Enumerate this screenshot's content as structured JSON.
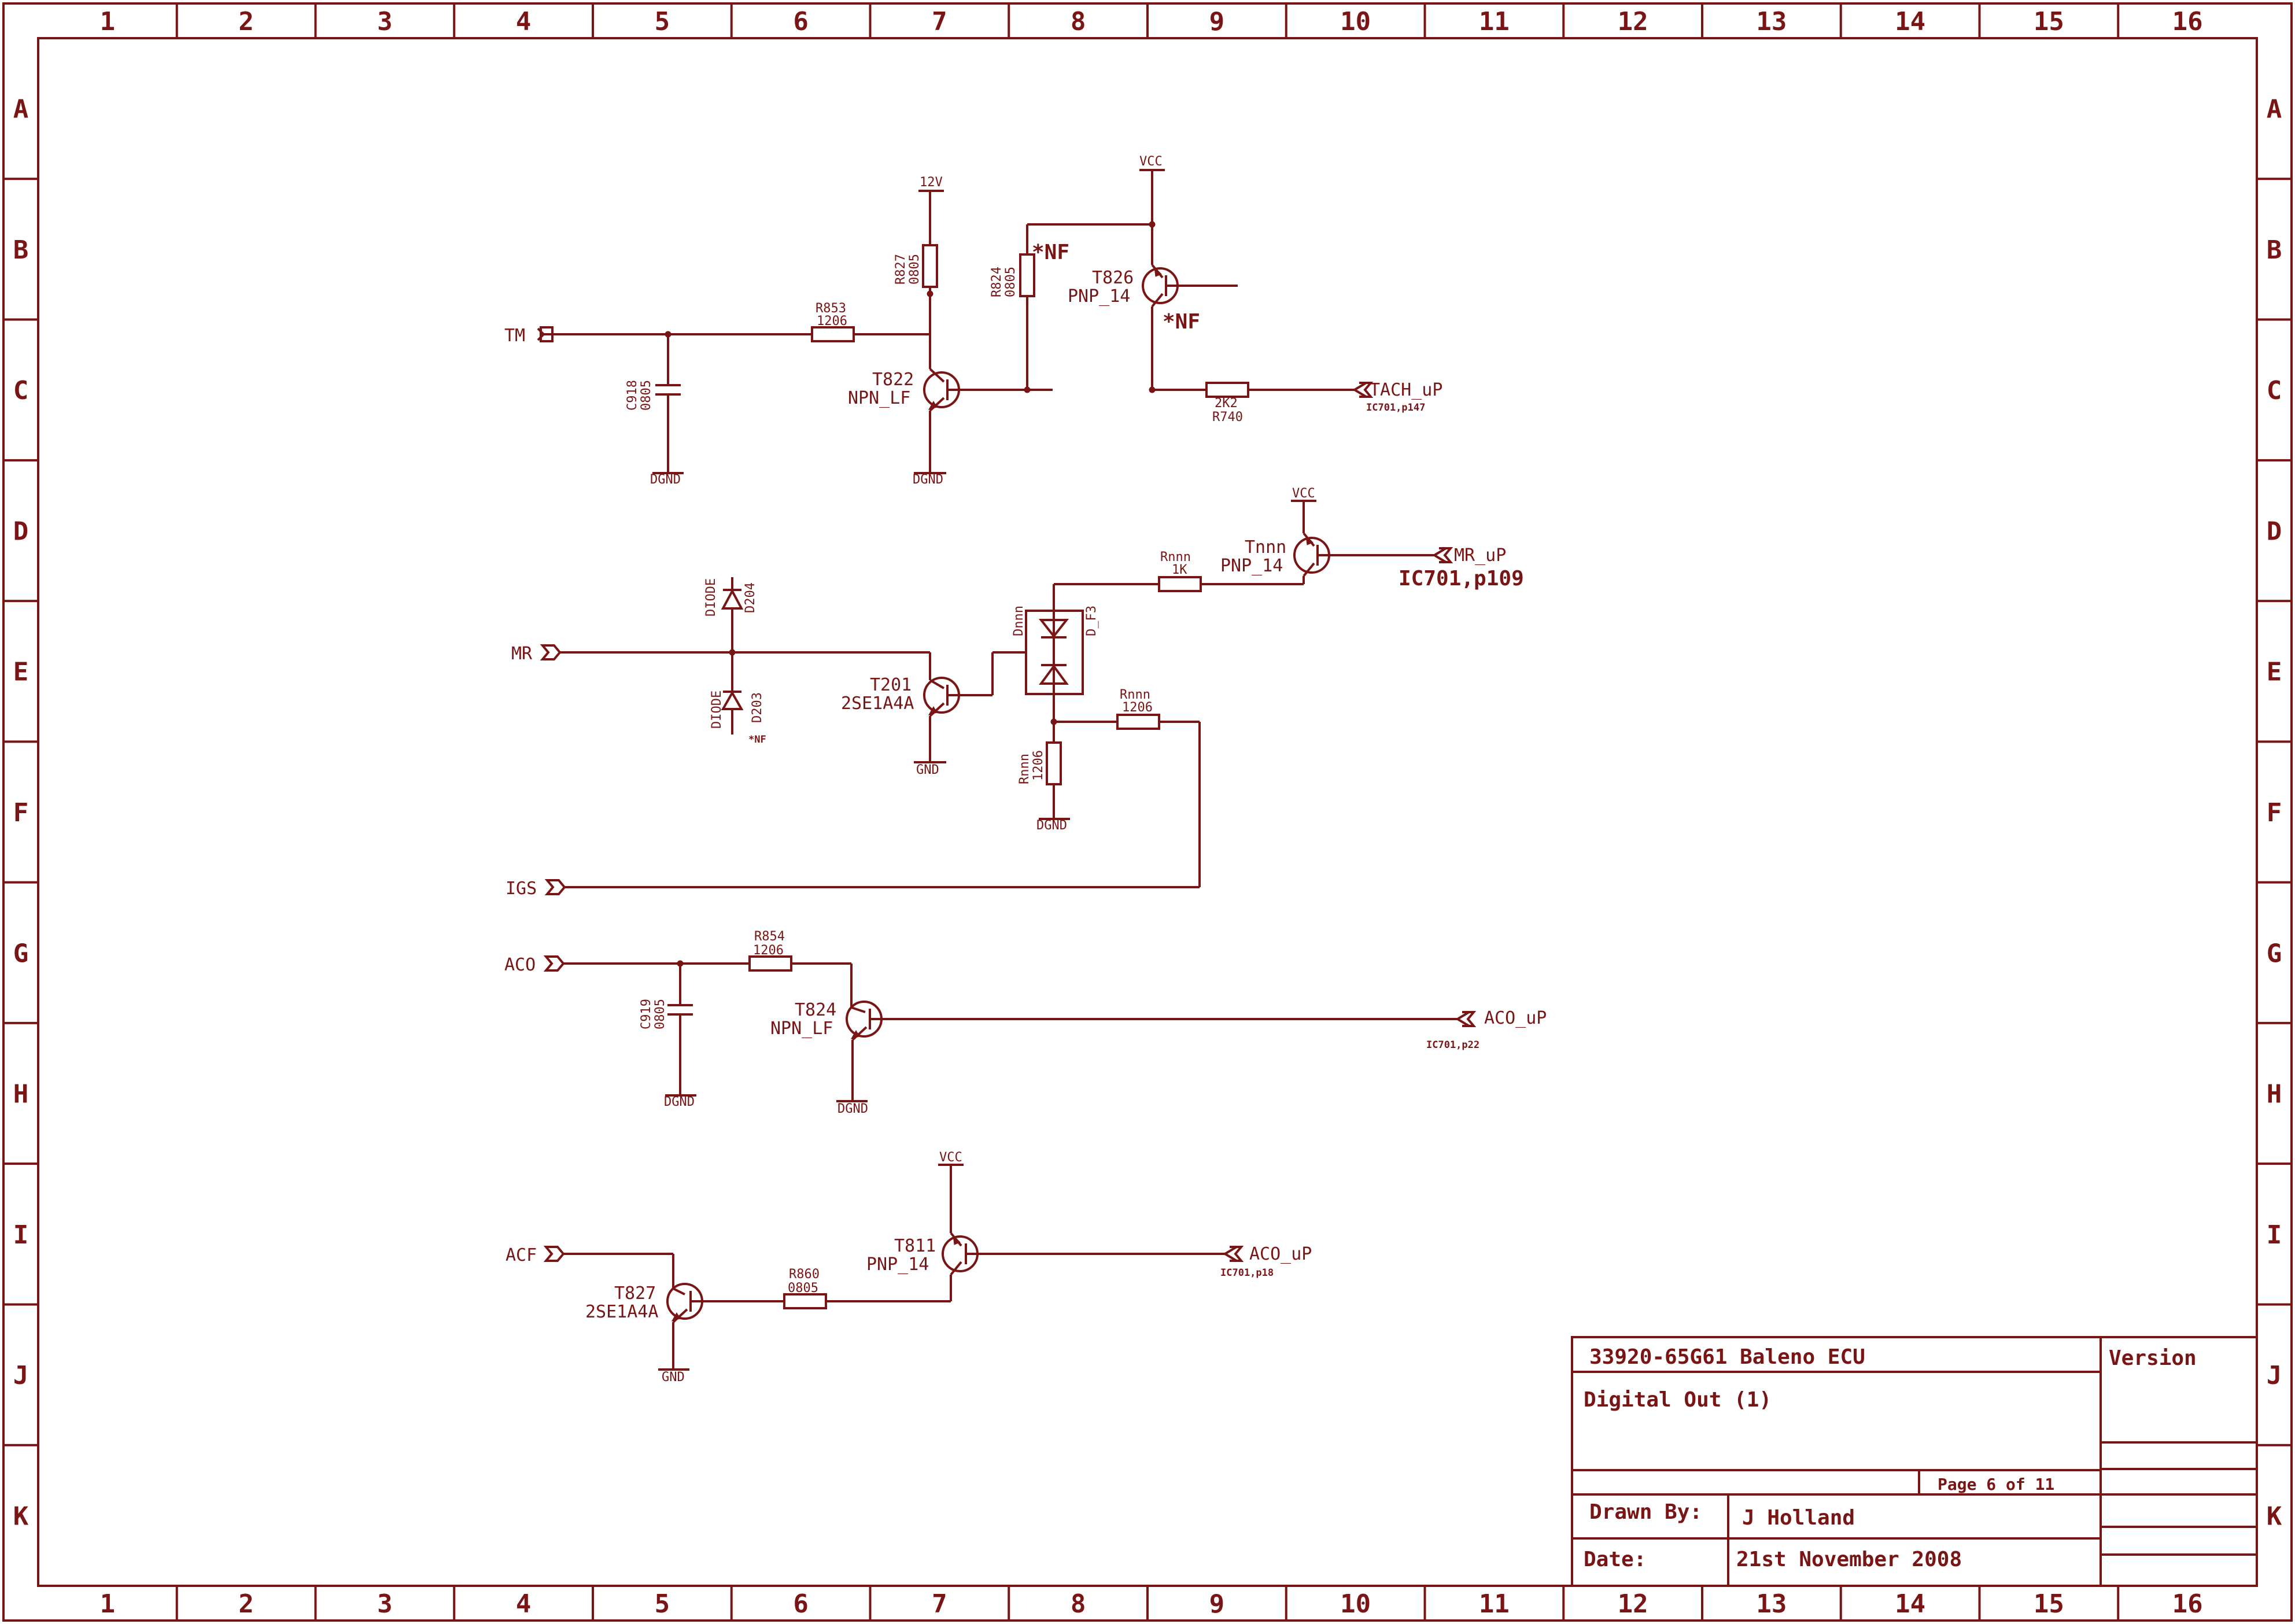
{
  "colors": {
    "ink": "#7a1515",
    "paper": "#ffffff"
  },
  "frame": {
    "columns": [
      "1",
      "2",
      "3",
      "4",
      "5",
      "6",
      "7",
      "8",
      "9",
      "10",
      "11",
      "12",
      "13",
      "14",
      "15",
      "16"
    ],
    "rows": [
      "A",
      "B",
      "C",
      "D",
      "E",
      "F",
      "G",
      "H",
      "I",
      "J",
      "K"
    ]
  },
  "title_block": {
    "project": "33920-65G61 Baleno ECU",
    "sheet_title": "Digital Out (1)",
    "page": "Page 6 of 11",
    "version_label": "Version",
    "drawn_by_label": "Drawn By:",
    "drawn_by": "J Holland",
    "date_label": "Date:",
    "date": "21st November 2008"
  },
  "ports": {
    "tm": "TM",
    "tach_up": "TACH_uP",
    "tach_up_ref": "IC701,p147",
    "mr": "MR",
    "mr_up": "MR_uP",
    "mr_up_ref": "IC701,p109",
    "igs": "IGS",
    "aco_in": "ACO",
    "aco_up_1": "ACO_uP",
    "aco_up_1_ref": "IC701,p22",
    "acf": "ACF",
    "aco_up_2": "ACO_uP",
    "aco_up_2_ref": "IC701,p18"
  },
  "power": {
    "p12v": "12V",
    "vcc_t826": "VCC",
    "vcc_tnnn": "VCC",
    "vcc_t811": "VCC",
    "dgnd_c918": "DGND",
    "dgnd_t822": "DGND",
    "gnd_t201": "GND",
    "dgnd_rnnn": "DGND",
    "dgnd_c919": "DGND",
    "dgnd_t824": "DGND",
    "gnd_t827": "GND"
  },
  "components": {
    "r853": {
      "ref": "R853",
      "value": "1206"
    },
    "r827": {
      "ref": "R827",
      "value": "0805"
    },
    "r824": {
      "ref": "R824",
      "value": "0805",
      "note": "*NF"
    },
    "c918": {
      "ref": "C918",
      "value": "0805"
    },
    "t822": {
      "ref": "T822",
      "value": "NPN_LF"
    },
    "t826": {
      "ref": "T826",
      "value": "PNP_14",
      "note": "*NF"
    },
    "r740": {
      "ref": "R740",
      "value": "2K2"
    },
    "d204": {
      "ref": "D204",
      "value": "DIODE"
    },
    "d203": {
      "ref": "D203",
      "value": "DIODE",
      "note": "*NF"
    },
    "t201": {
      "ref": "T201",
      "value": "2SE1A4A"
    },
    "dnnn": {
      "ref": "Dnnn",
      "value": "D_F3"
    },
    "rnnn_1k": {
      "ref": "Rnnn",
      "value": "1K"
    },
    "tnnn": {
      "ref": "Tnnn",
      "value": "PNP_14"
    },
    "rnnn_h": {
      "ref": "Rnnn",
      "value": "1206"
    },
    "rnnn_v": {
      "ref": "Rnnn",
      "value": "1206"
    },
    "r854": {
      "ref": "R854",
      "value": "1206"
    },
    "c919": {
      "ref": "C919",
      "value": "0805"
    },
    "t824": {
      "ref": "T824",
      "value": "NPN_LF"
    },
    "t811": {
      "ref": "T811",
      "value": "PNP_14"
    },
    "t827": {
      "ref": "T827",
      "value": "2SE1A4A"
    },
    "r860": {
      "ref": "R860",
      "value": "0805"
    }
  }
}
